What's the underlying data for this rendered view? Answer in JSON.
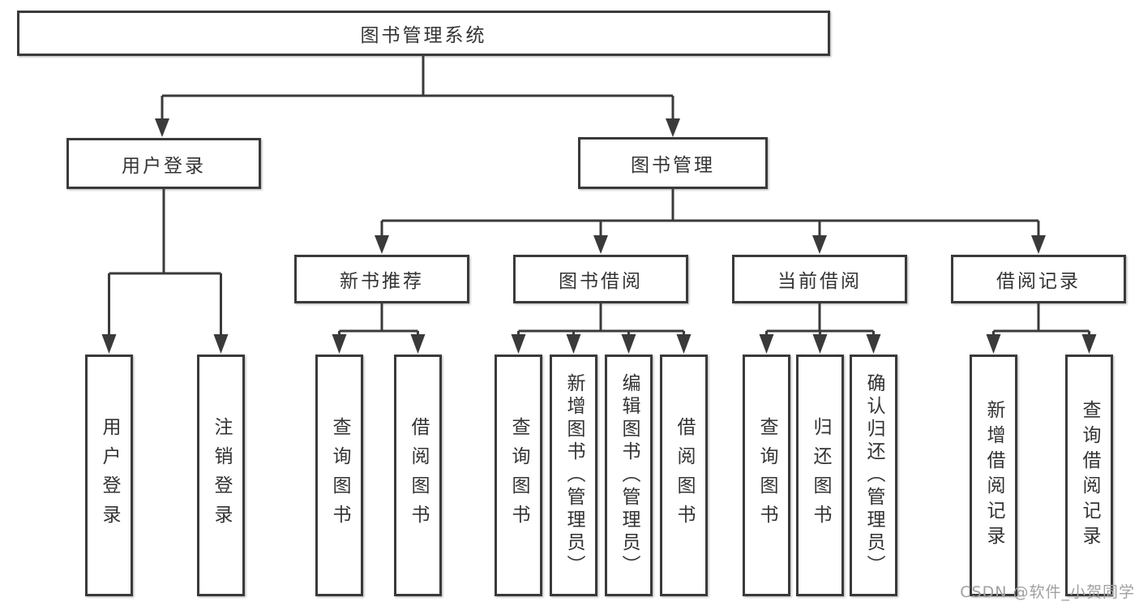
{
  "diagram": {
    "root": {
      "label": "图书管理系统"
    },
    "level2": [
      {
        "label": "用户登录",
        "leaves": [
          "用户登录",
          "注销登录"
        ]
      },
      {
        "label": "图书管理",
        "children": [
          {
            "label": "新书推荐",
            "leaves": [
              "查询图书",
              "借阅图书"
            ]
          },
          {
            "label": "图书借阅",
            "leaves": [
              "查询图书",
              "新增图书（管理员）",
              "编辑图书（管理员）",
              "借阅图书"
            ]
          },
          {
            "label": "当前借阅",
            "leaves": [
              "查询图书",
              "归还图书",
              "确认归还（管理员）"
            ]
          },
          {
            "label": "借阅记录",
            "leaves": [
              "新增借阅记录",
              "查询借阅记录"
            ]
          }
        ]
      }
    ],
    "watermark": "CSDN @软件_小贺同学",
    "colors": {
      "line": "#3a3a3a",
      "text": "#333333",
      "box_background": "#ffffff",
      "page_background": "#ffffff",
      "watermark": "#a0a0a2"
    }
  }
}
